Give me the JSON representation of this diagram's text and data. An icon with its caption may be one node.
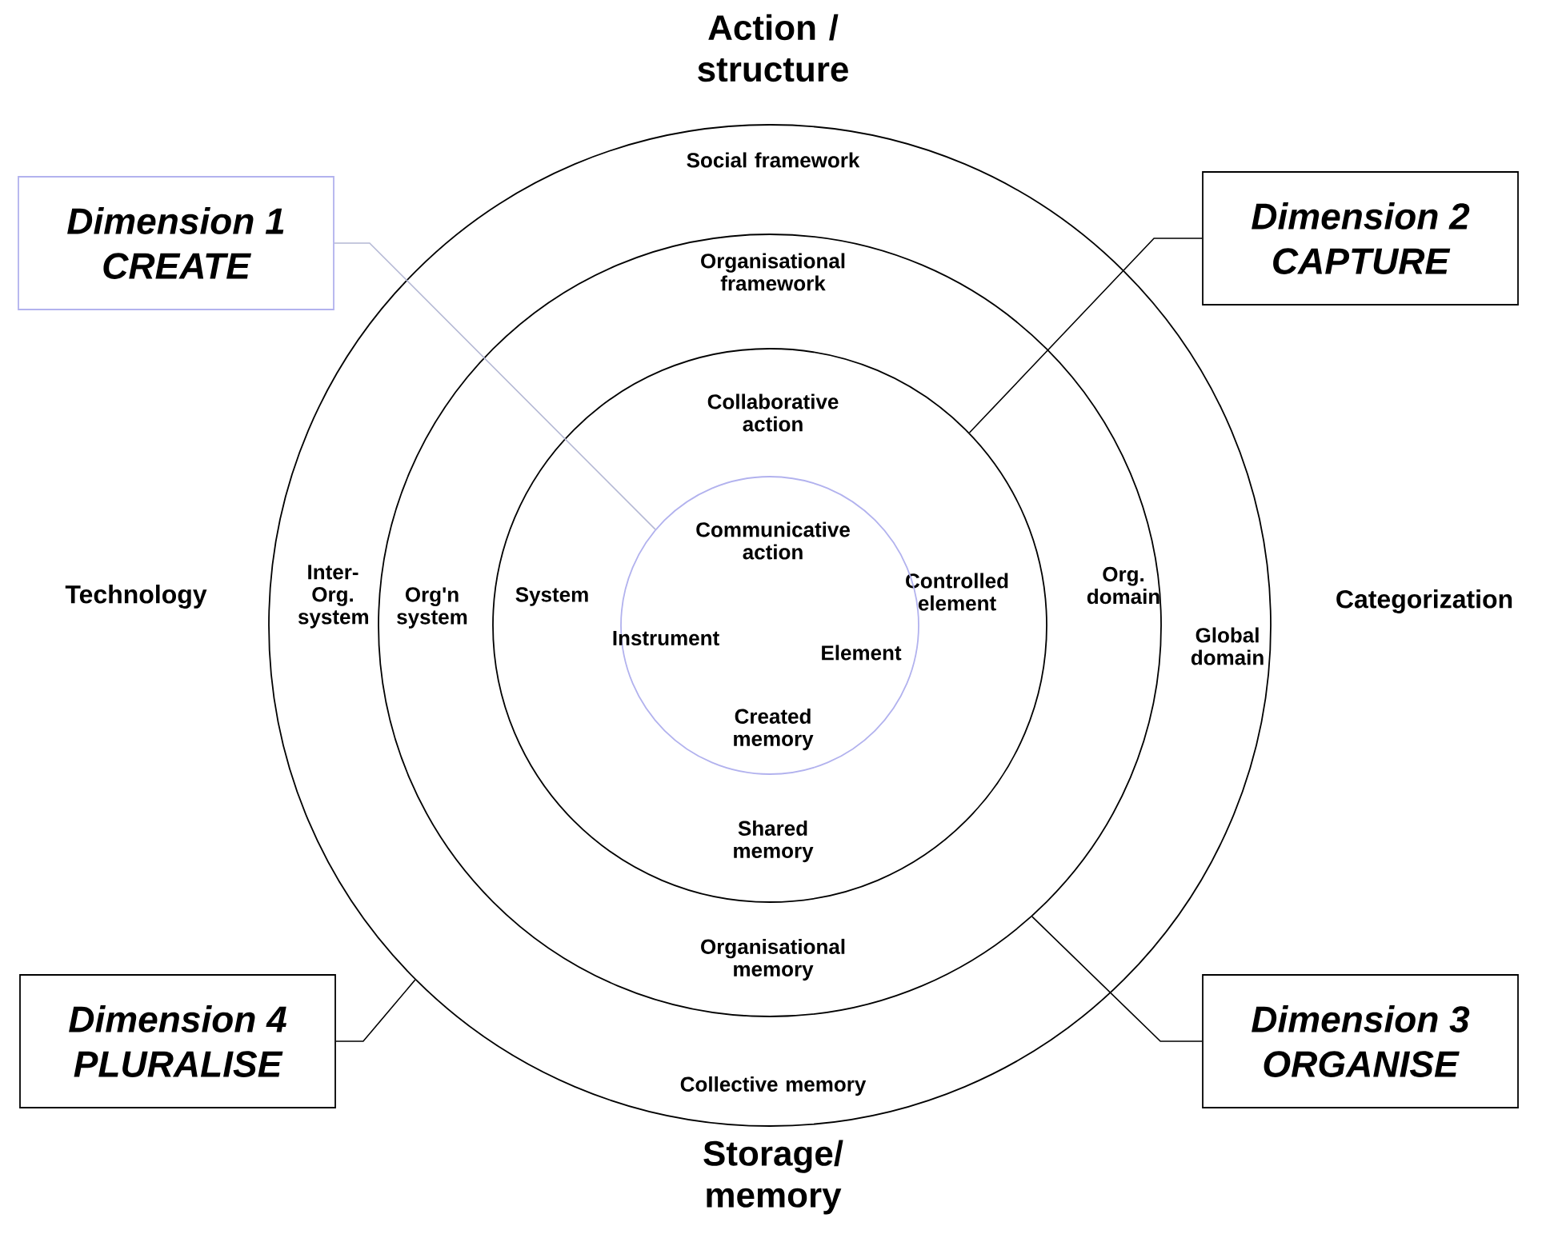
{
  "diagram": {
    "nodes": [
      {
        "text": [
          "Social framework",
          "Inter-Org. system",
          "Global domain",
          "Collective memory"
        ]
      },
      {
        "text": [
          "Organisational framework",
          "Org'n system",
          "Org. domain",
          "Organisational memory"
        ],
        "in": 0
      },
      {
        "text": [
          "Collaborative action",
          "System",
          "Controlled element",
          "Shared memory"
        ],
        "in": 1
      },
      {
        "text": [
          "Communicative action",
          "Instrument",
          "Element",
          "Created memory"
        ],
        "in": 2
      },
      {
        "text": [
          "Dimension 1",
          "CREATE"
        ]
      },
      {
        "text": [
          "Dimension 2",
          "CAPTURE"
        ]
      },
      {
        "text": [
          "Dimension 3",
          "ORGANISE"
        ]
      },
      {
        "text": [
          "Dimension 4",
          "PLURALISE"
        ]
      }
    ],
    "edges": [
      {
        "from": 4,
        "to": 3,
        "arrow": "none",
        "color": "#b4b8d4"
      },
      {
        "from": 5,
        "to": 2,
        "arrow": "none"
      },
      {
        "from": 6,
        "to": 1,
        "arrow": "none"
      },
      {
        "from": 7,
        "to": 0,
        "arrow": "none"
      }
    ],
    "labels": [
      "Action / structure",
      "Technology",
      "Categorization",
      "Storage/ memory"
    ]
  }
}
